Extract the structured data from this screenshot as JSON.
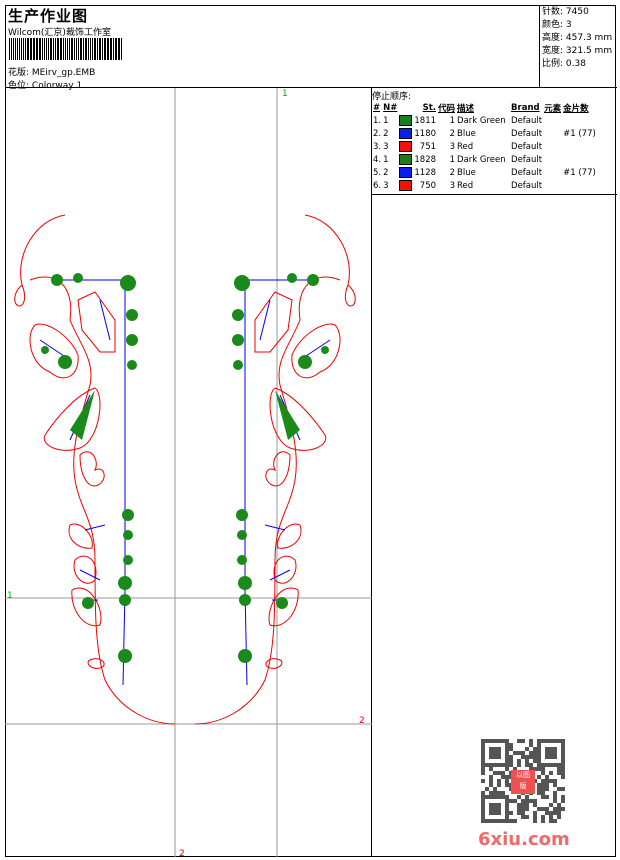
{
  "header": {
    "title": "生产作业图",
    "company": "Wilcom(汇京)裁饰工作室",
    "file_label": "花版:",
    "file_value": "MEirv_gp.EMB",
    "colorway_label": "色位:",
    "colorway_value": "Colorway 1"
  },
  "info": [
    {
      "label": "针数:",
      "value": "7450"
    },
    {
      "label": "颜色:",
      "value": "3"
    },
    {
      "label": "高度:",
      "value": "457.3 mm"
    },
    {
      "label": "宽度:",
      "value": "321.5 mm"
    },
    {
      "label": "比例:",
      "value": "0.38"
    }
  ],
  "stop_sequence": {
    "caption": "停止顺序:",
    "columns": [
      "#",
      "N#",
      "St.",
      "代码",
      "描述",
      "Brand",
      "元素",
      "金片数"
    ],
    "rows": [
      {
        "idx": "1.",
        "n": "1",
        "color": "#1a7f1a",
        "st": "1811",
        "code": "1",
        "desc": "Dark Green",
        "brand": "Default",
        "elem": "",
        "seq": ""
      },
      {
        "idx": "2.",
        "n": "2",
        "color": "#0a1ef0",
        "st": "1180",
        "code": "2",
        "desc": "Blue",
        "brand": "Default",
        "elem": "",
        "seq": "#1 (77)"
      },
      {
        "idx": "3.",
        "n": "3",
        "color": "#f01010",
        "st": "751",
        "code": "3",
        "desc": "Red",
        "brand": "Default",
        "elem": "",
        "seq": ""
      },
      {
        "idx": "4.",
        "n": "1",
        "color": "#1a7f1a",
        "st": "1828",
        "code": "1",
        "desc": "Dark Green",
        "brand": "Default",
        "elem": "",
        "seq": ""
      },
      {
        "idx": "5.",
        "n": "2",
        "color": "#0a1ef0",
        "st": "1128",
        "code": "2",
        "desc": "Blue",
        "brand": "Default",
        "elem": "",
        "seq": "#1 (77)"
      },
      {
        "idx": "6.",
        "n": "3",
        "color": "#f01010",
        "st": "750",
        "code": "3",
        "desc": "Red",
        "brand": "Default",
        "elem": "",
        "seq": ""
      }
    ]
  },
  "guides": {
    "label1": "1",
    "label2": "2"
  },
  "watermark": {
    "text": "6xiu.com",
    "seal": "以图版"
  }
}
